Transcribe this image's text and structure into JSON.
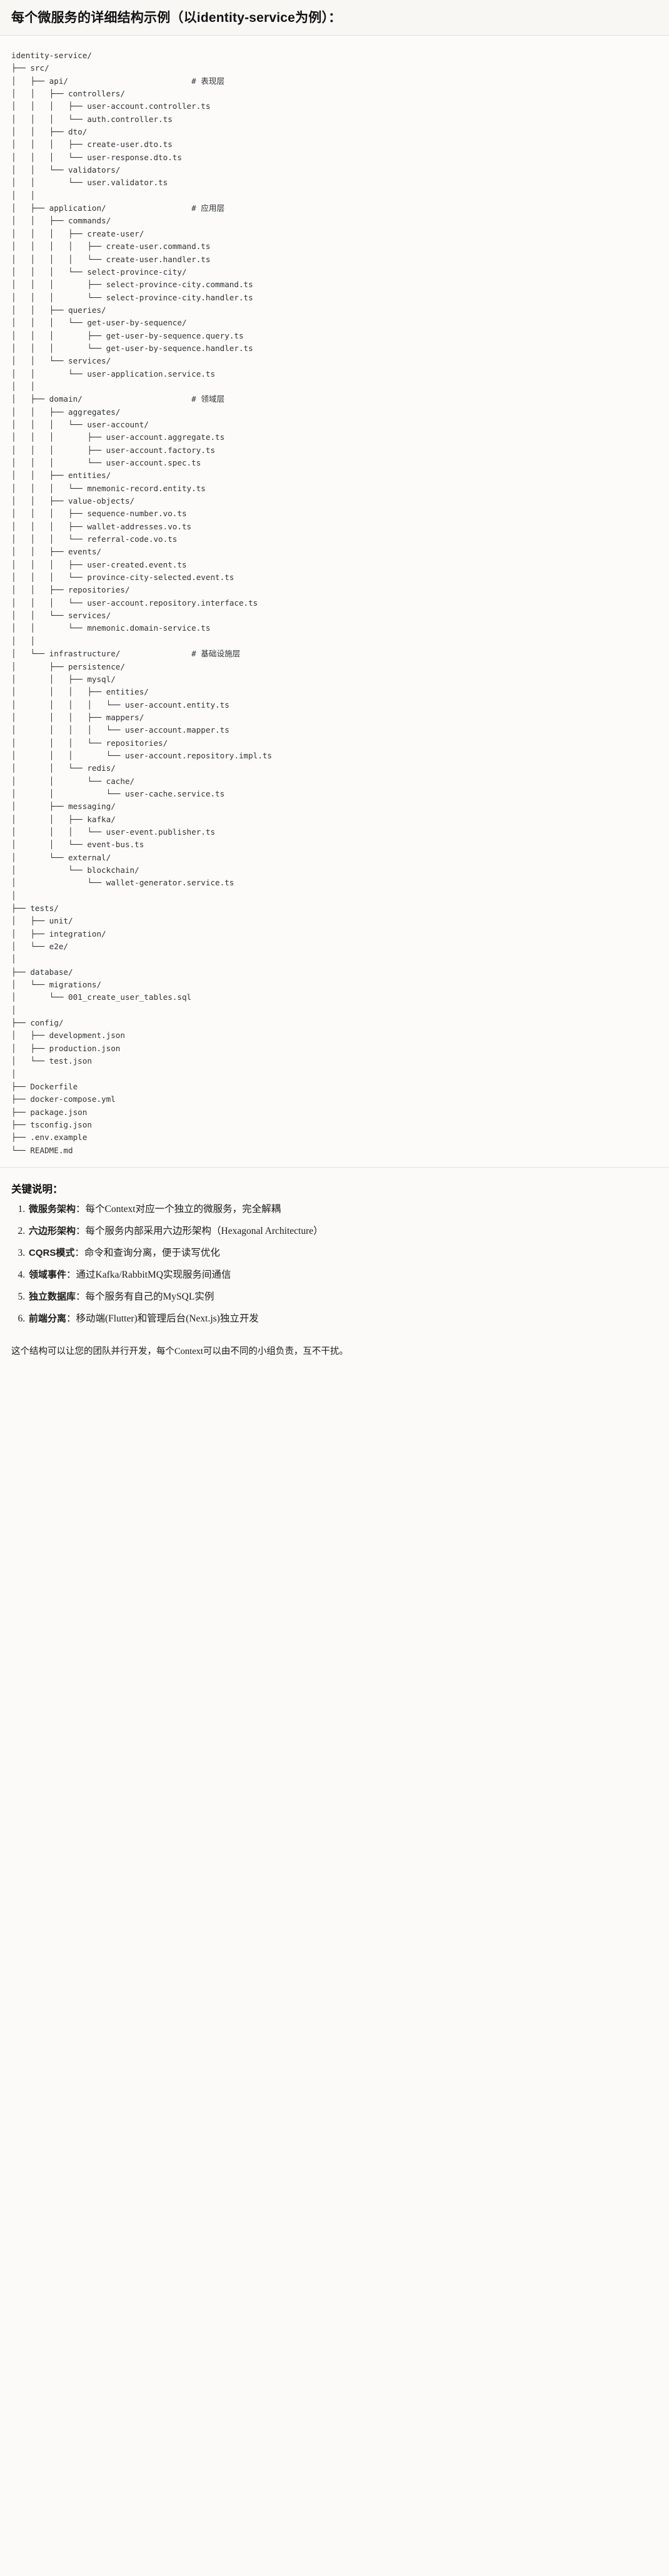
{
  "heading": "每个微服务的详细结构示例（以identity-service为例）：",
  "tree": {
    "root": "identity-service/",
    "comments": {
      "api": "# 表现层",
      "application": "# 应用层",
      "domain": "# 领域层",
      "infrastructure": "# 基础设施层"
    },
    "lines": [
      "identity-service/",
      "├── src/",
      "│   ├── api/                          # 表现层",
      "│   │   ├── controllers/",
      "│   │   │   ├── user-account.controller.ts",
      "│   │   │   └── auth.controller.ts",
      "│   │   ├── dto/",
      "│   │   │   ├── create-user.dto.ts",
      "│   │   │   └── user-response.dto.ts",
      "│   │   └── validators/",
      "│   │       └── user.validator.ts",
      "│   │",
      "│   ├── application/                  # 应用层",
      "│   │   ├── commands/",
      "│   │   │   ├── create-user/",
      "│   │   │   │   ├── create-user.command.ts",
      "│   │   │   │   └── create-user.handler.ts",
      "│   │   │   └── select-province-city/",
      "│   │   │       ├── select-province-city.command.ts",
      "│   │   │       └── select-province-city.handler.ts",
      "│   │   ├── queries/",
      "│   │   │   └── get-user-by-sequence/",
      "│   │   │       ├── get-user-by-sequence.query.ts",
      "│   │   │       └── get-user-by-sequence.handler.ts",
      "│   │   └── services/",
      "│   │       └── user-application.service.ts",
      "│   │",
      "│   ├── domain/                       # 领域层",
      "│   │   ├── aggregates/",
      "│   │   │   └── user-account/",
      "│   │   │       ├── user-account.aggregate.ts",
      "│   │   │       ├── user-account.factory.ts",
      "│   │   │       └── user-account.spec.ts",
      "│   │   ├── entities/",
      "│   │   │   └── mnemonic-record.entity.ts",
      "│   │   ├── value-objects/",
      "│   │   │   ├── sequence-number.vo.ts",
      "│   │   │   ├── wallet-addresses.vo.ts",
      "│   │   │   └── referral-code.vo.ts",
      "│   │   ├── events/",
      "│   │   │   ├── user-created.event.ts",
      "│   │   │   └── province-city-selected.event.ts",
      "│   │   ├── repositories/",
      "│   │   │   └── user-account.repository.interface.ts",
      "│   │   └── services/",
      "│   │       └── mnemonic.domain-service.ts",
      "│   │",
      "│   └── infrastructure/               # 基础设施层",
      "│       ├── persistence/",
      "│       │   ├── mysql/",
      "│       │   │   ├── entities/",
      "│       │   │   │   └── user-account.entity.ts",
      "│       │   │   ├── mappers/",
      "│       │   │   │   └── user-account.mapper.ts",
      "│       │   │   └── repositories/",
      "│       │   │       └── user-account.repository.impl.ts",
      "│       │   └── redis/",
      "│       │       └── cache/",
      "│       │           └── user-cache.service.ts",
      "│       ├── messaging/",
      "│       │   ├── kafka/",
      "│       │   │   └── user-event.publisher.ts",
      "│       │   └── event-bus.ts",
      "│       └── external/",
      "│           └── blockchain/",
      "│               └── wallet-generator.service.ts",
      "│",
      "├── tests/",
      "│   ├── unit/",
      "│   ├── integration/",
      "│   └── e2e/",
      "│",
      "├── database/",
      "│   └── migrations/",
      "│       └── 001_create_user_tables.sql",
      "│",
      "├── config/",
      "│   ├── development.json",
      "│   ├── production.json",
      "│   └── test.json",
      "│",
      "├── Dockerfile",
      "├── docker-compose.yml",
      "├── package.json",
      "├── tsconfig.json",
      "├── .env.example",
      "└── README.md"
    ]
  },
  "notes": {
    "title": "关键说明：",
    "items": [
      {
        "term": "微服务架构",
        "desc": "：每个Context对应一个独立的微服务，完全解耦"
      },
      {
        "term": "六边形架构",
        "desc": "：每个服务内部采用六边形架构（Hexagonal Architecture）"
      },
      {
        "term": "CQRS模式",
        "desc": "：命令和查询分离，便于读写优化"
      },
      {
        "term": "领域事件",
        "desc": "：通过Kafka/RabbitMQ实现服务间通信"
      },
      {
        "term": "独立数据库",
        "desc": "：每个服务有自己的MySQL实例"
      },
      {
        "term": "前端分离",
        "desc": "：移动端(Flutter)和管理后台(Next.js)独立开发"
      }
    ],
    "closing": "这个结构可以让您的团队并行开发，每个Context可以由不同的小组负责，互不干扰。"
  }
}
